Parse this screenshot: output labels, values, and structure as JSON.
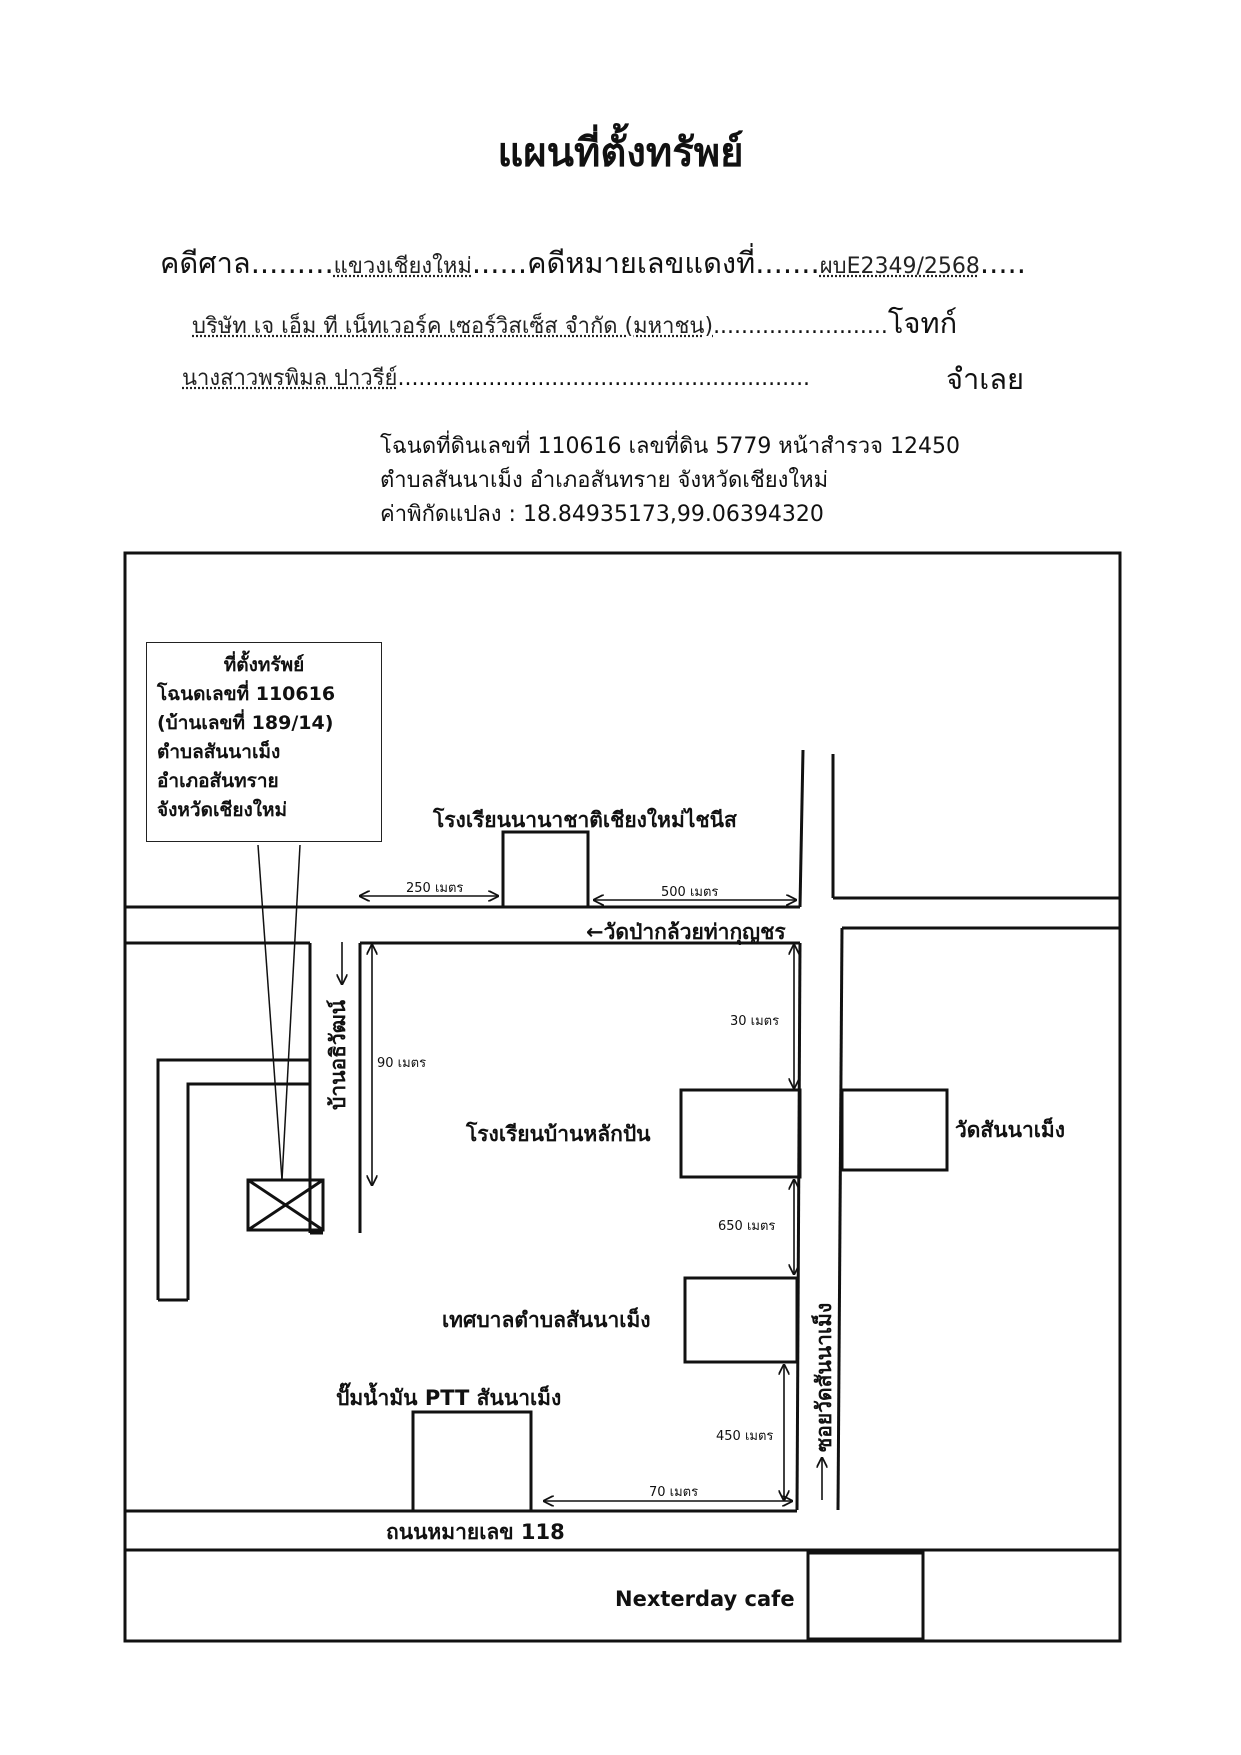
{
  "title": "แผนที่ตั้งทรัพย์",
  "header": {
    "court_label": "คดีศาล",
    "court_value": "แขวงเชียงใหม่",
    "case_label": "คดีหมายเลขแดงที่",
    "case_value": "ผบE2349/2568",
    "plaintiff_value": "บริษัท เจ เอ็ม ที เน็ทเวอร์ค เซอร์วิสเซ็ส จำกัด (มหาชน)",
    "plaintiff_label": "โจทก์",
    "defendant_value": "นางสาวพรพิมล ปาวรีย์",
    "defendant_label": "จำเลย"
  },
  "deed": {
    "line1": "โฉนดที่ดินเลขที่ 110616 เลขที่ดิน 5779 หน้าสำรวจ 12450",
    "line2": "ตำบลสันนาเม็ง อำเภอสันทราย จังหวัดเชียงใหม่",
    "line3": "ค่าพิกัดแปลง : 18.84935173,99.06394320"
  },
  "map": {
    "callout": {
      "title": "ที่ตั้งทรัพย์",
      "line1": "โฉนดเลขที่ 110616",
      "line2": "(บ้านเลขที่ 189/14)",
      "line3": "ตำบลสันนาเม็ง",
      "line4": "อำเภอสันทราย",
      "line5": "จังหวัดเชียงใหม่"
    },
    "landmarks": {
      "school_intl": "โรงเรียนนานาชาติเชียงใหม่ไชนีส",
      "wat_pakkluay": "←วัดป่ากล้วยท่ากุญชร",
      "baan_or": "บ้านอธิวัฒน์",
      "school_lakpan": "โรงเรียนบ้านหลักปัน",
      "wat_sannameng": "วัดสันนาเม็ง",
      "municipality": "เทศบาลตำบลสันนาเม็ง",
      "soi": "ซอยวัดสันนาเม็ง",
      "ptt": "ปั๊มน้ำมัน PTT สันนาเม็ง",
      "road": "ถนนหมายเลข 118",
      "cafe": "Nexterday cafe"
    },
    "distances": {
      "d250": "250 เมตร",
      "d500": "500 เมตร",
      "d30": "30 เมตร",
      "d90": "90 เมตร",
      "d650": "650 เมตร",
      "d450": "450 เมตร",
      "d70": "70 เมตร"
    }
  }
}
